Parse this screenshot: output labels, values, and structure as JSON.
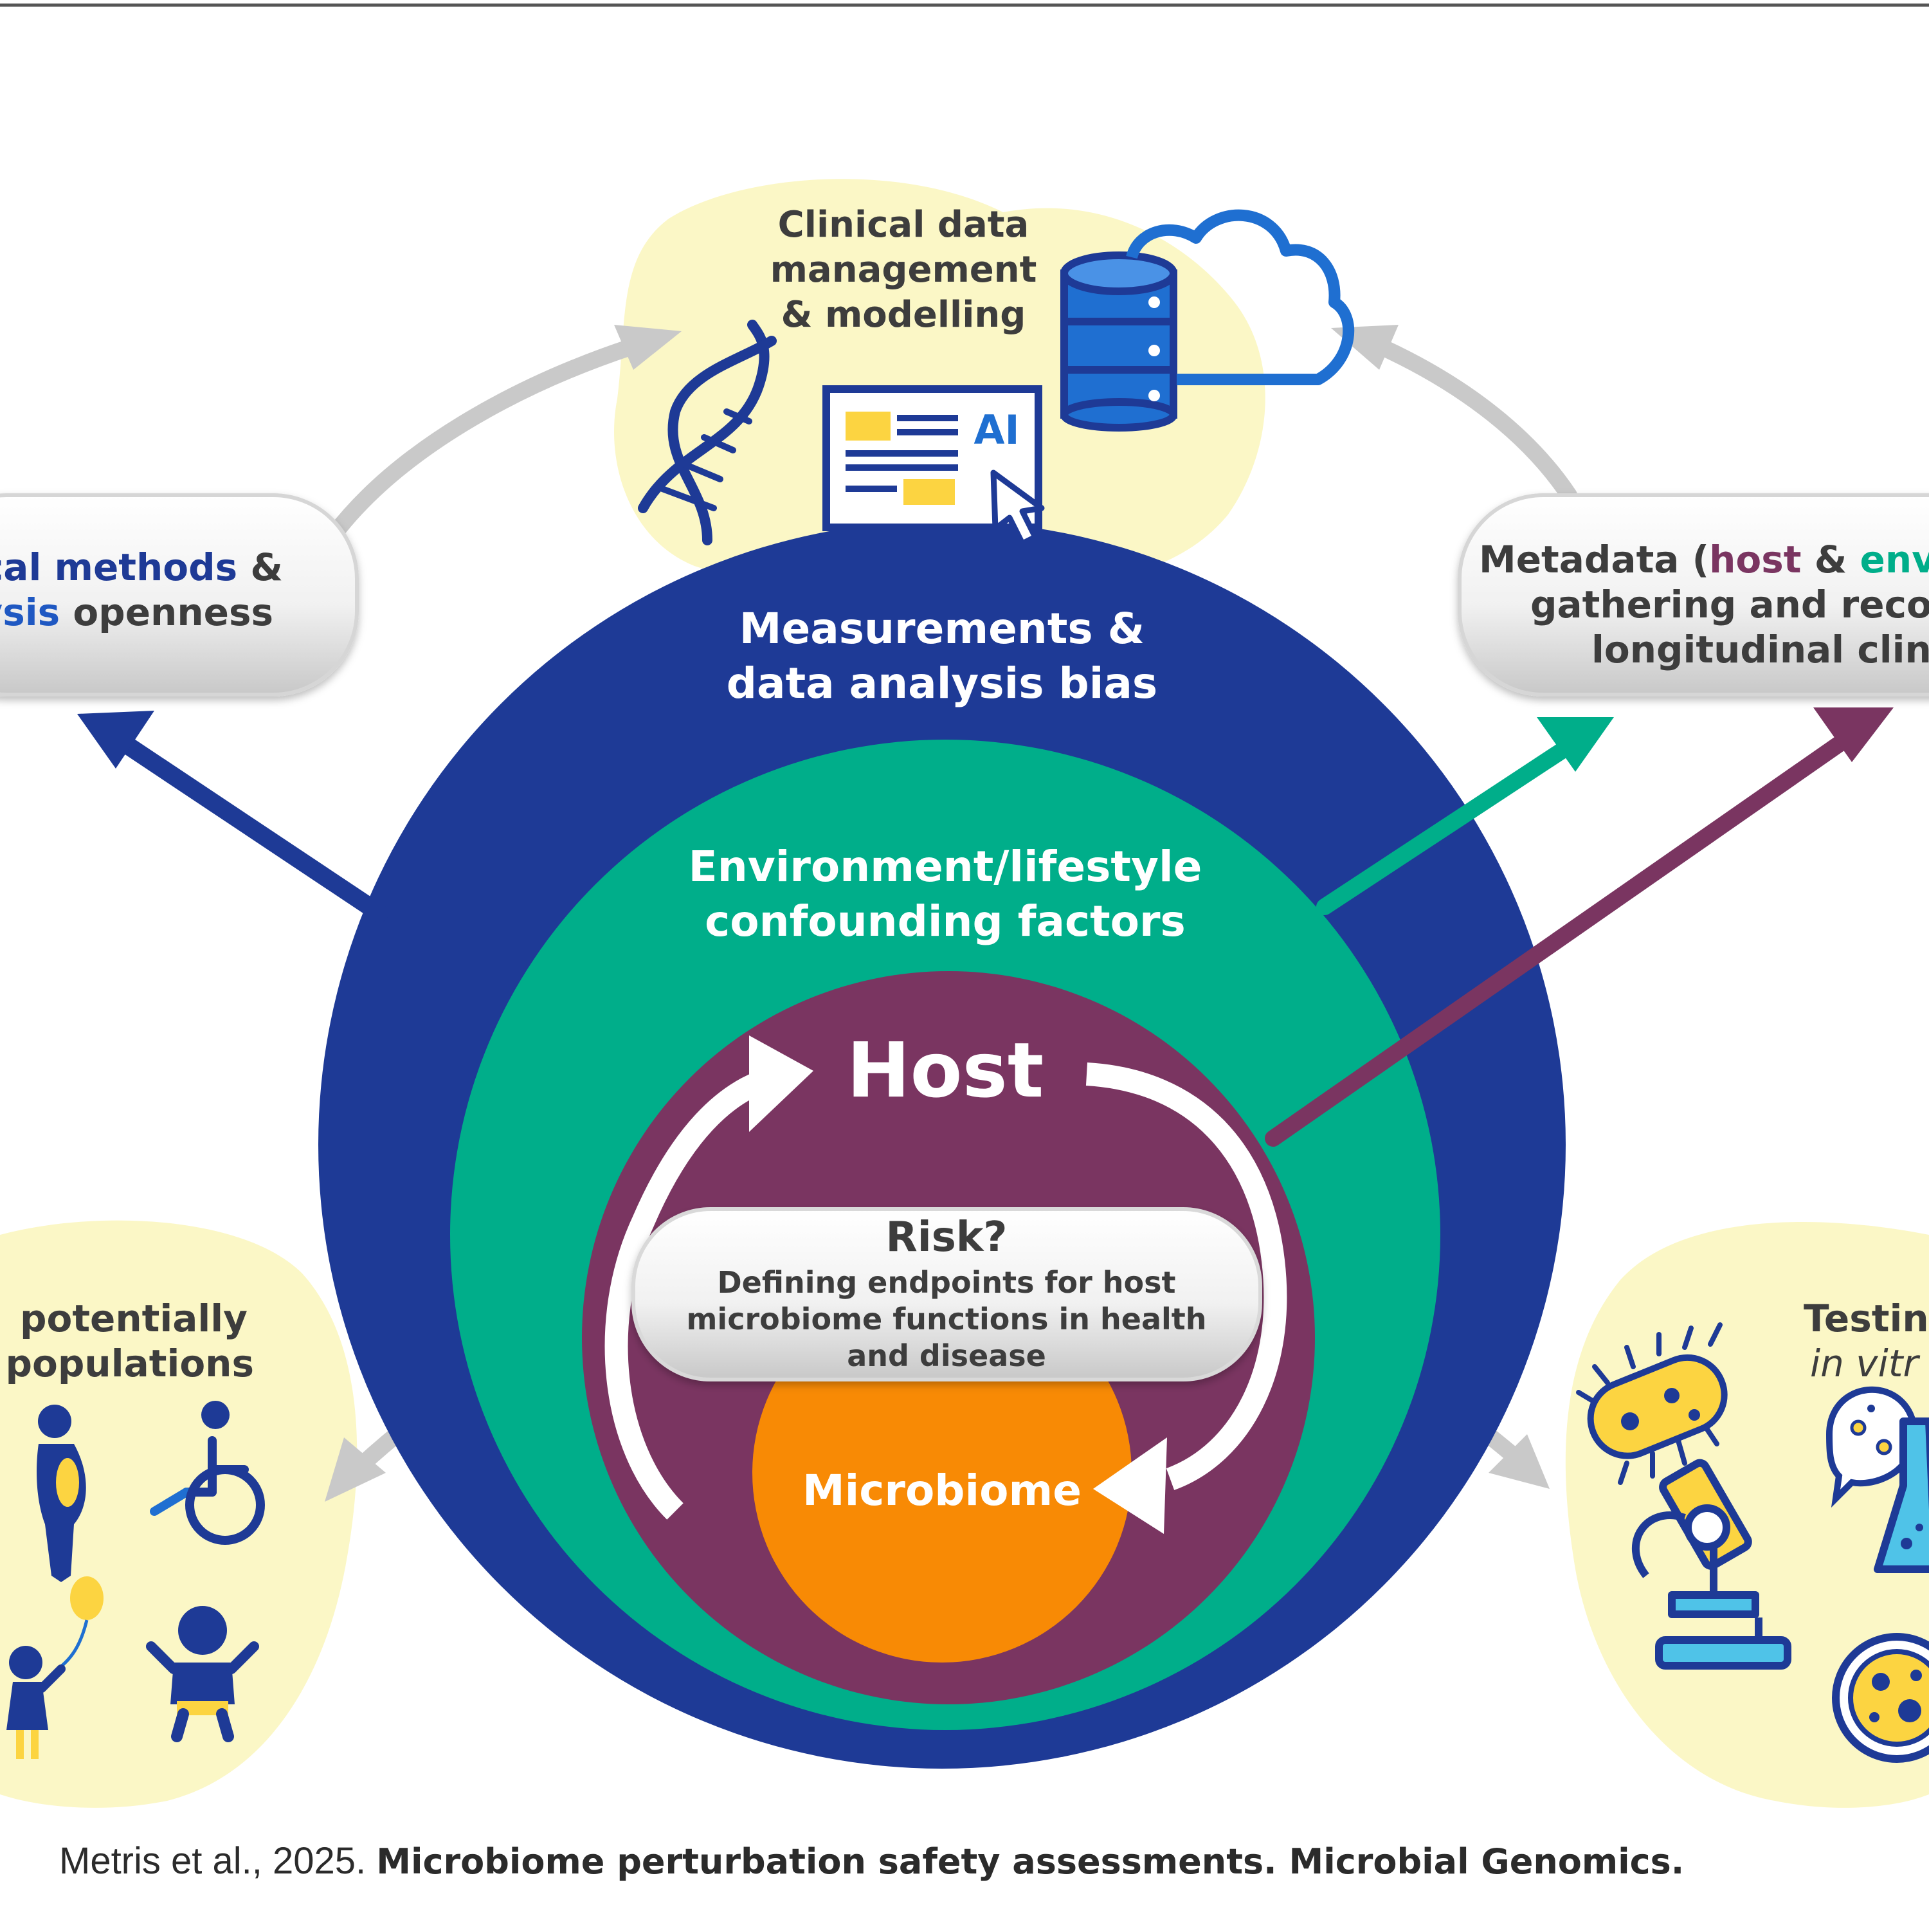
{
  "colors": {
    "navy": "#1e3a96",
    "teal": "#00ae8a",
    "plum": "#7a3561",
    "orange": "#f88a05",
    "yellow": "#fbf7c6",
    "grey_arrow": "#c9c9c9",
    "text_dark": "#3d3d3d",
    "bright_blue": "#1f58c2"
  },
  "rings": {
    "outer": "Measurements &",
    "outer_2": "data analysis bias",
    "middle": "Environment/lifestyle",
    "middle_2": "confounding factors",
    "inner": "Host",
    "core": "Microbiome"
  },
  "risk": {
    "title": "Risk?",
    "line1": "Defining endpoints for host",
    "line2": "microbiome functions in health",
    "line3": "and disease"
  },
  "top_blob": {
    "line1": "Clinical data",
    "line2": "management",
    "line3": "& modelling",
    "ai_label": "AI"
  },
  "left_pill": {
    "line1_a": "cal methods",
    "line1_b": "&",
    "line2_a": "ysis",
    "line2_b": "openness"
  },
  "right_pill": {
    "line1_a": "Metadata (",
    "line1_b": "host",
    "line1_c": "&",
    "line1_d": "env",
    "line2": "gathering and reco",
    "line3": "longitudinal clin"
  },
  "left_blob": {
    "line1": "potentially",
    "line2": "populations"
  },
  "right_blob": {
    "line1": "Testin",
    "line2": "in vitr"
  },
  "citation": {
    "authors": "Metris et al., 2025.",
    "title": "Microbiome perturbation safety assessments. Microbial Genomics."
  },
  "icons": [
    "dna-icon",
    "database-icon",
    "cloud-icon",
    "computer-monitor-icon",
    "cursor-icon",
    "pregnant-person-icon",
    "wheelchair-user-icon",
    "child-with-balloon-icon",
    "baby-icon",
    "bacterium-icon",
    "microscope-icon",
    "speech-bubble-icon",
    "flask-icon",
    "petri-dish-icon"
  ]
}
